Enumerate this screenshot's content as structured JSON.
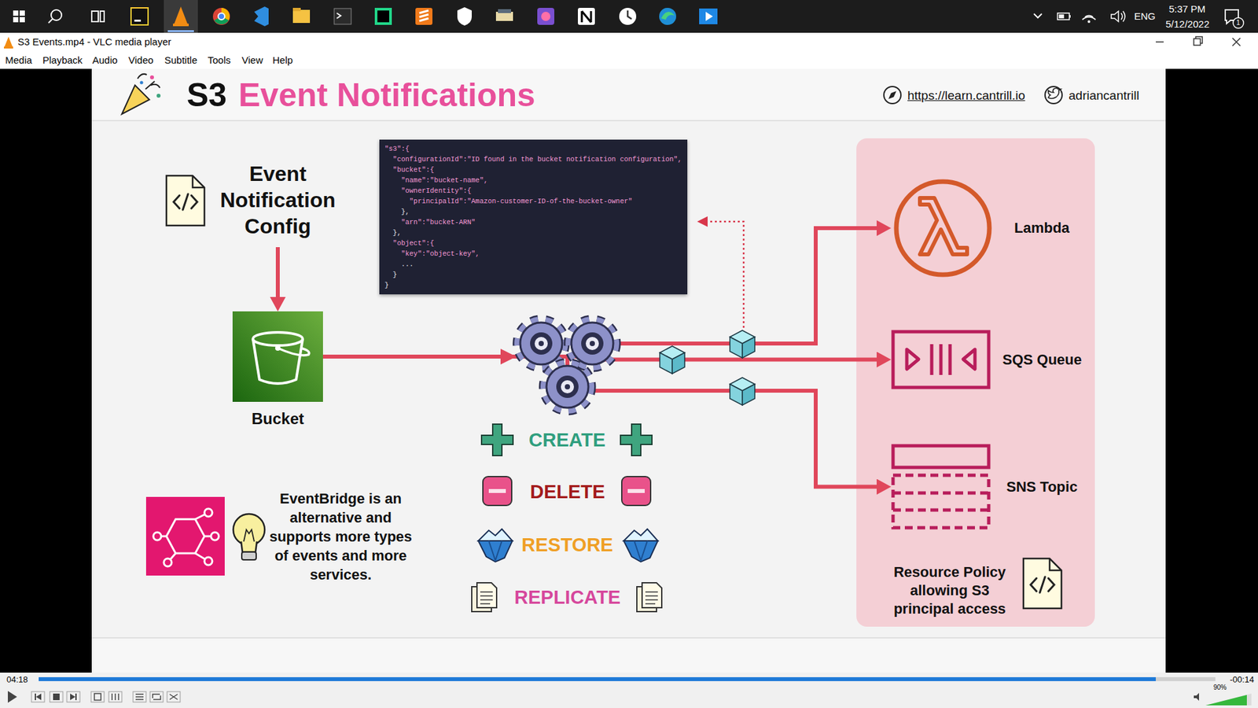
{
  "diagram": {
    "nodes": [
      {
        "text": [
          "Event Notification Config"
        ]
      },
      {
        "text": [
          "\"s3\":{",
          "\"configurationId\":\"ID found in the bucket notification configuration\",",
          "\"bucket\":{",
          "\"name\":\"bucket-name\",",
          "\"ownerIdentity\":{",
          "\"principalId\":\"Amazon-customer-ID-of-the-bucket-owner\"",
          "},",
          "\"arn\":\"bucket-ARN\"",
          "},",
          "\"object\":{",
          "\"key\":\"object-key\",",
          "...",
          "}",
          "}"
        ]
      },
      {
        "text": [
          "Resource Policy allowing S3 principal access"
        ]
      },
      {
        "text": [
          "Lambda"
        ],
        "in": 2
      },
      {
        "text": [
          "SQS Queue"
        ],
        "in": 2
      },
      {
        "text": [
          "SNS Topic"
        ],
        "in": 2
      },
      {
        "text": [
          "Bucket"
        ]
      }
    ],
    "edges": [
      {
        "from": 0,
        "to": 6,
        "arrow": "to"
      },
      {
        "from": 6,
        "to": 3,
        "arrow": "to"
      },
      {
        "from": 6,
        "to": 4,
        "arrow": "to"
      },
      {
        "from": 6,
        "to": 5,
        "arrow": "to"
      }
    ],
    "labels": [
      "5:37 PM",
      "5/12/2022",
      "ENG",
      "1",
      "S3 Events.mp4 - VLC media player",
      "Media",
      "Playback",
      "Audio",
      "Video",
      "Subtitle",
      "Tools",
      "View",
      "Help",
      "S3",
      "Event Notifications",
      "https://learn.cantrill.io",
      "adriancantrill",
      "CREATE",
      "DELETE",
      "RESTORE",
      "REPLICATE",
      "EventBridge is an alternative and supports more types of events and more services.",
      "04:18",
      "-00:14",
      "90%"
    ]
  }
}
